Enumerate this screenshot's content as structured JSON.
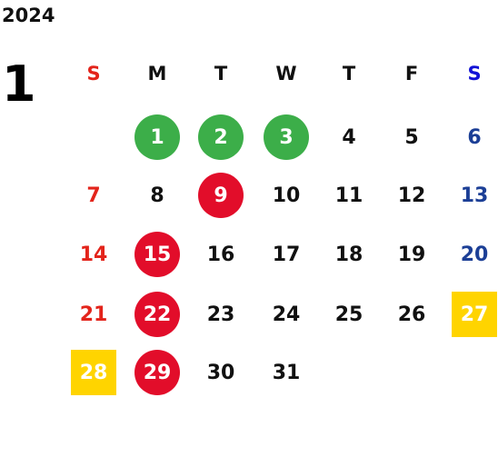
{
  "year": "2024",
  "month": "1",
  "colors": {
    "text": "#111111",
    "sunday": "#e3241b",
    "saturday_header": "#1212d6",
    "saturday": "#1c3f96",
    "green_mark": "#3cae49",
    "red_mark": "#e20d2a",
    "yellow_mark": "#ffd400",
    "mark_text": "#ffffff"
  },
  "weekdays": [
    {
      "label": "S",
      "kind": "sun"
    },
    {
      "label": "M",
      "kind": "weekday"
    },
    {
      "label": "T",
      "kind": "weekday"
    },
    {
      "label": "W",
      "kind": "weekday"
    },
    {
      "label": "T",
      "kind": "weekday"
    },
    {
      "label": "F",
      "kind": "weekday"
    },
    {
      "label": "S",
      "kind": "sat"
    }
  ],
  "weeks": [
    [
      null,
      {
        "n": "1",
        "mark": "green"
      },
      {
        "n": "2",
        "mark": "green"
      },
      {
        "n": "3",
        "mark": "green"
      },
      {
        "n": "4"
      },
      {
        "n": "5"
      },
      {
        "n": "6"
      }
    ],
    [
      {
        "n": "7"
      },
      {
        "n": "8"
      },
      {
        "n": "9",
        "mark": "red"
      },
      {
        "n": "10"
      },
      {
        "n": "11"
      },
      {
        "n": "12"
      },
      {
        "n": "13"
      }
    ],
    [
      {
        "n": "14"
      },
      {
        "n": "15",
        "mark": "red"
      },
      {
        "n": "16"
      },
      {
        "n": "17"
      },
      {
        "n": "18"
      },
      {
        "n": "19"
      },
      {
        "n": "20"
      }
    ],
    [
      {
        "n": "21"
      },
      {
        "n": "22",
        "mark": "red"
      },
      {
        "n": "23"
      },
      {
        "n": "24"
      },
      {
        "n": "25"
      },
      {
        "n": "26"
      },
      {
        "n": "27",
        "mark": "yellow"
      }
    ],
    [
      {
        "n": "28",
        "mark": "yellow"
      },
      {
        "n": "29",
        "mark": "red"
      },
      {
        "n": "30"
      },
      {
        "n": "31"
      },
      null,
      null,
      null
    ]
  ]
}
